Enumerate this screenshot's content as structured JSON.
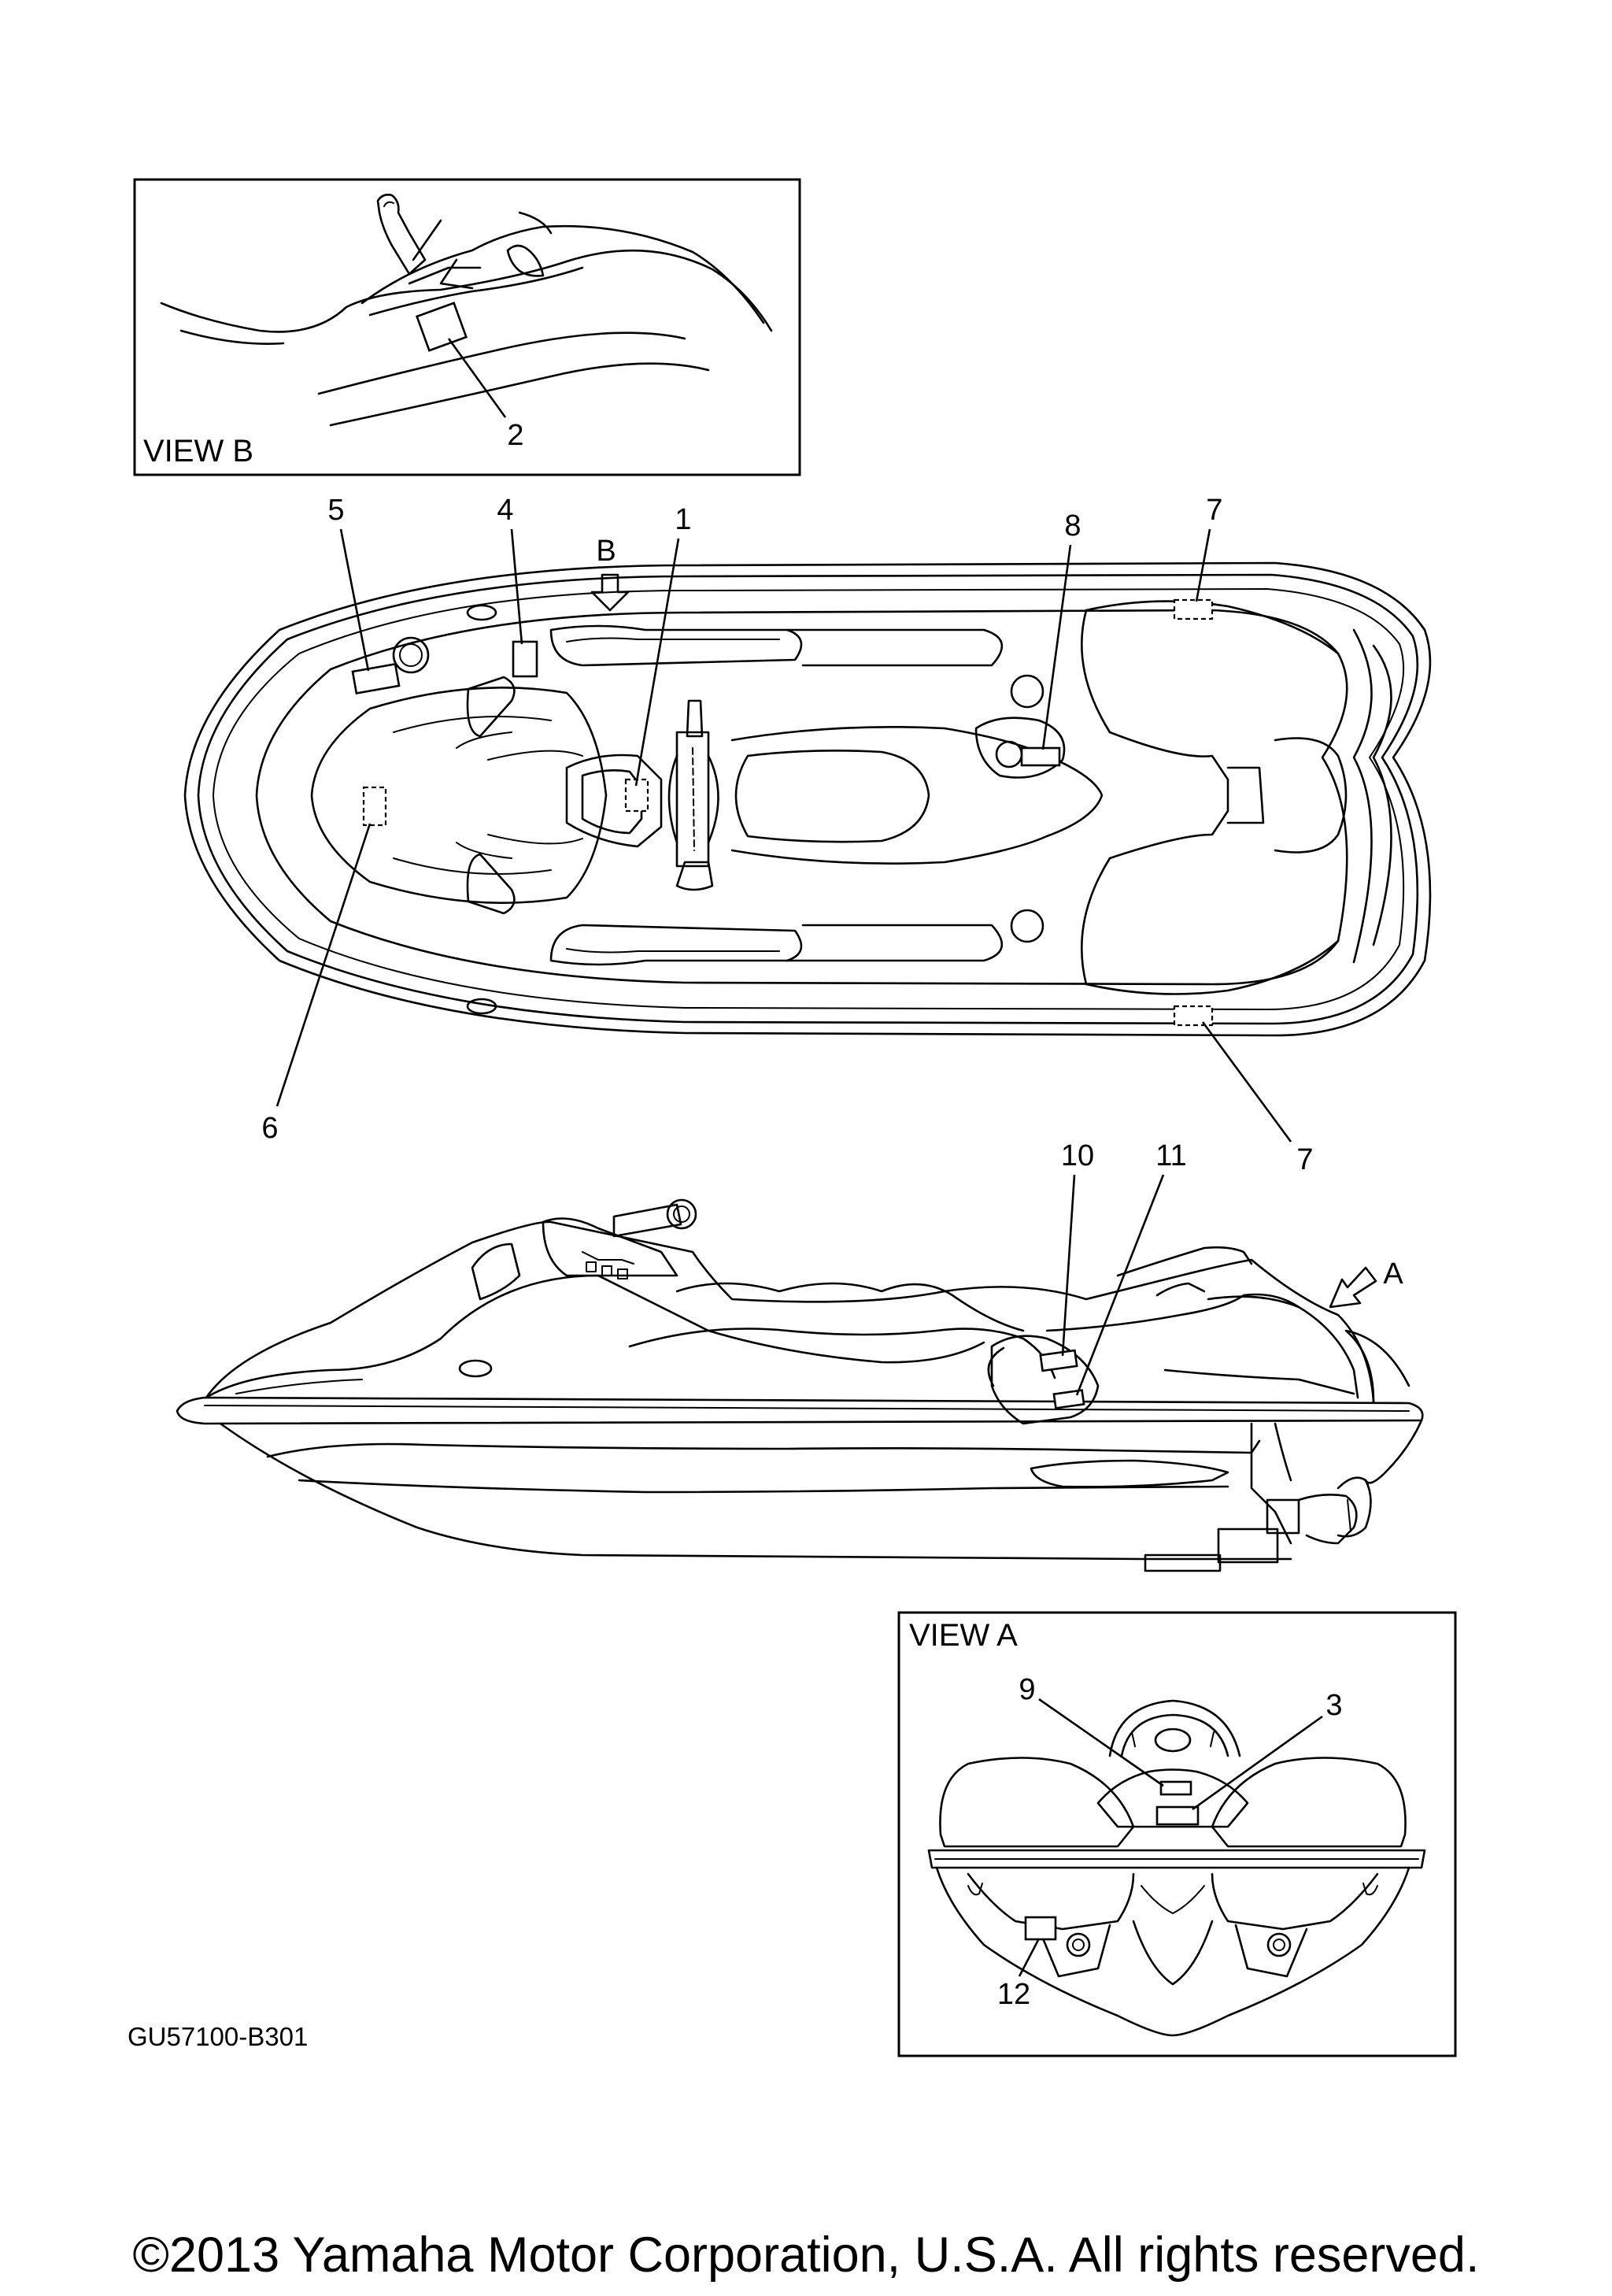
{
  "views": {
    "view_b_title": "VIEW B",
    "view_a_title": "VIEW A"
  },
  "arrows": {
    "b": "B",
    "a": "A"
  },
  "callouts": {
    "c1": "1",
    "c2": "2",
    "c3": "3",
    "c4": "4",
    "c5": "5",
    "c6": "6",
    "c7_top": "7",
    "c7_bottom": "7",
    "c8": "8",
    "c9": "9",
    "c10": "10",
    "c11": "11",
    "c12": "12"
  },
  "drawing_code": "GU57100-B301",
  "copyright": "©2013 Yamaha Motor Corporation, U.S.A. All rights reserved."
}
